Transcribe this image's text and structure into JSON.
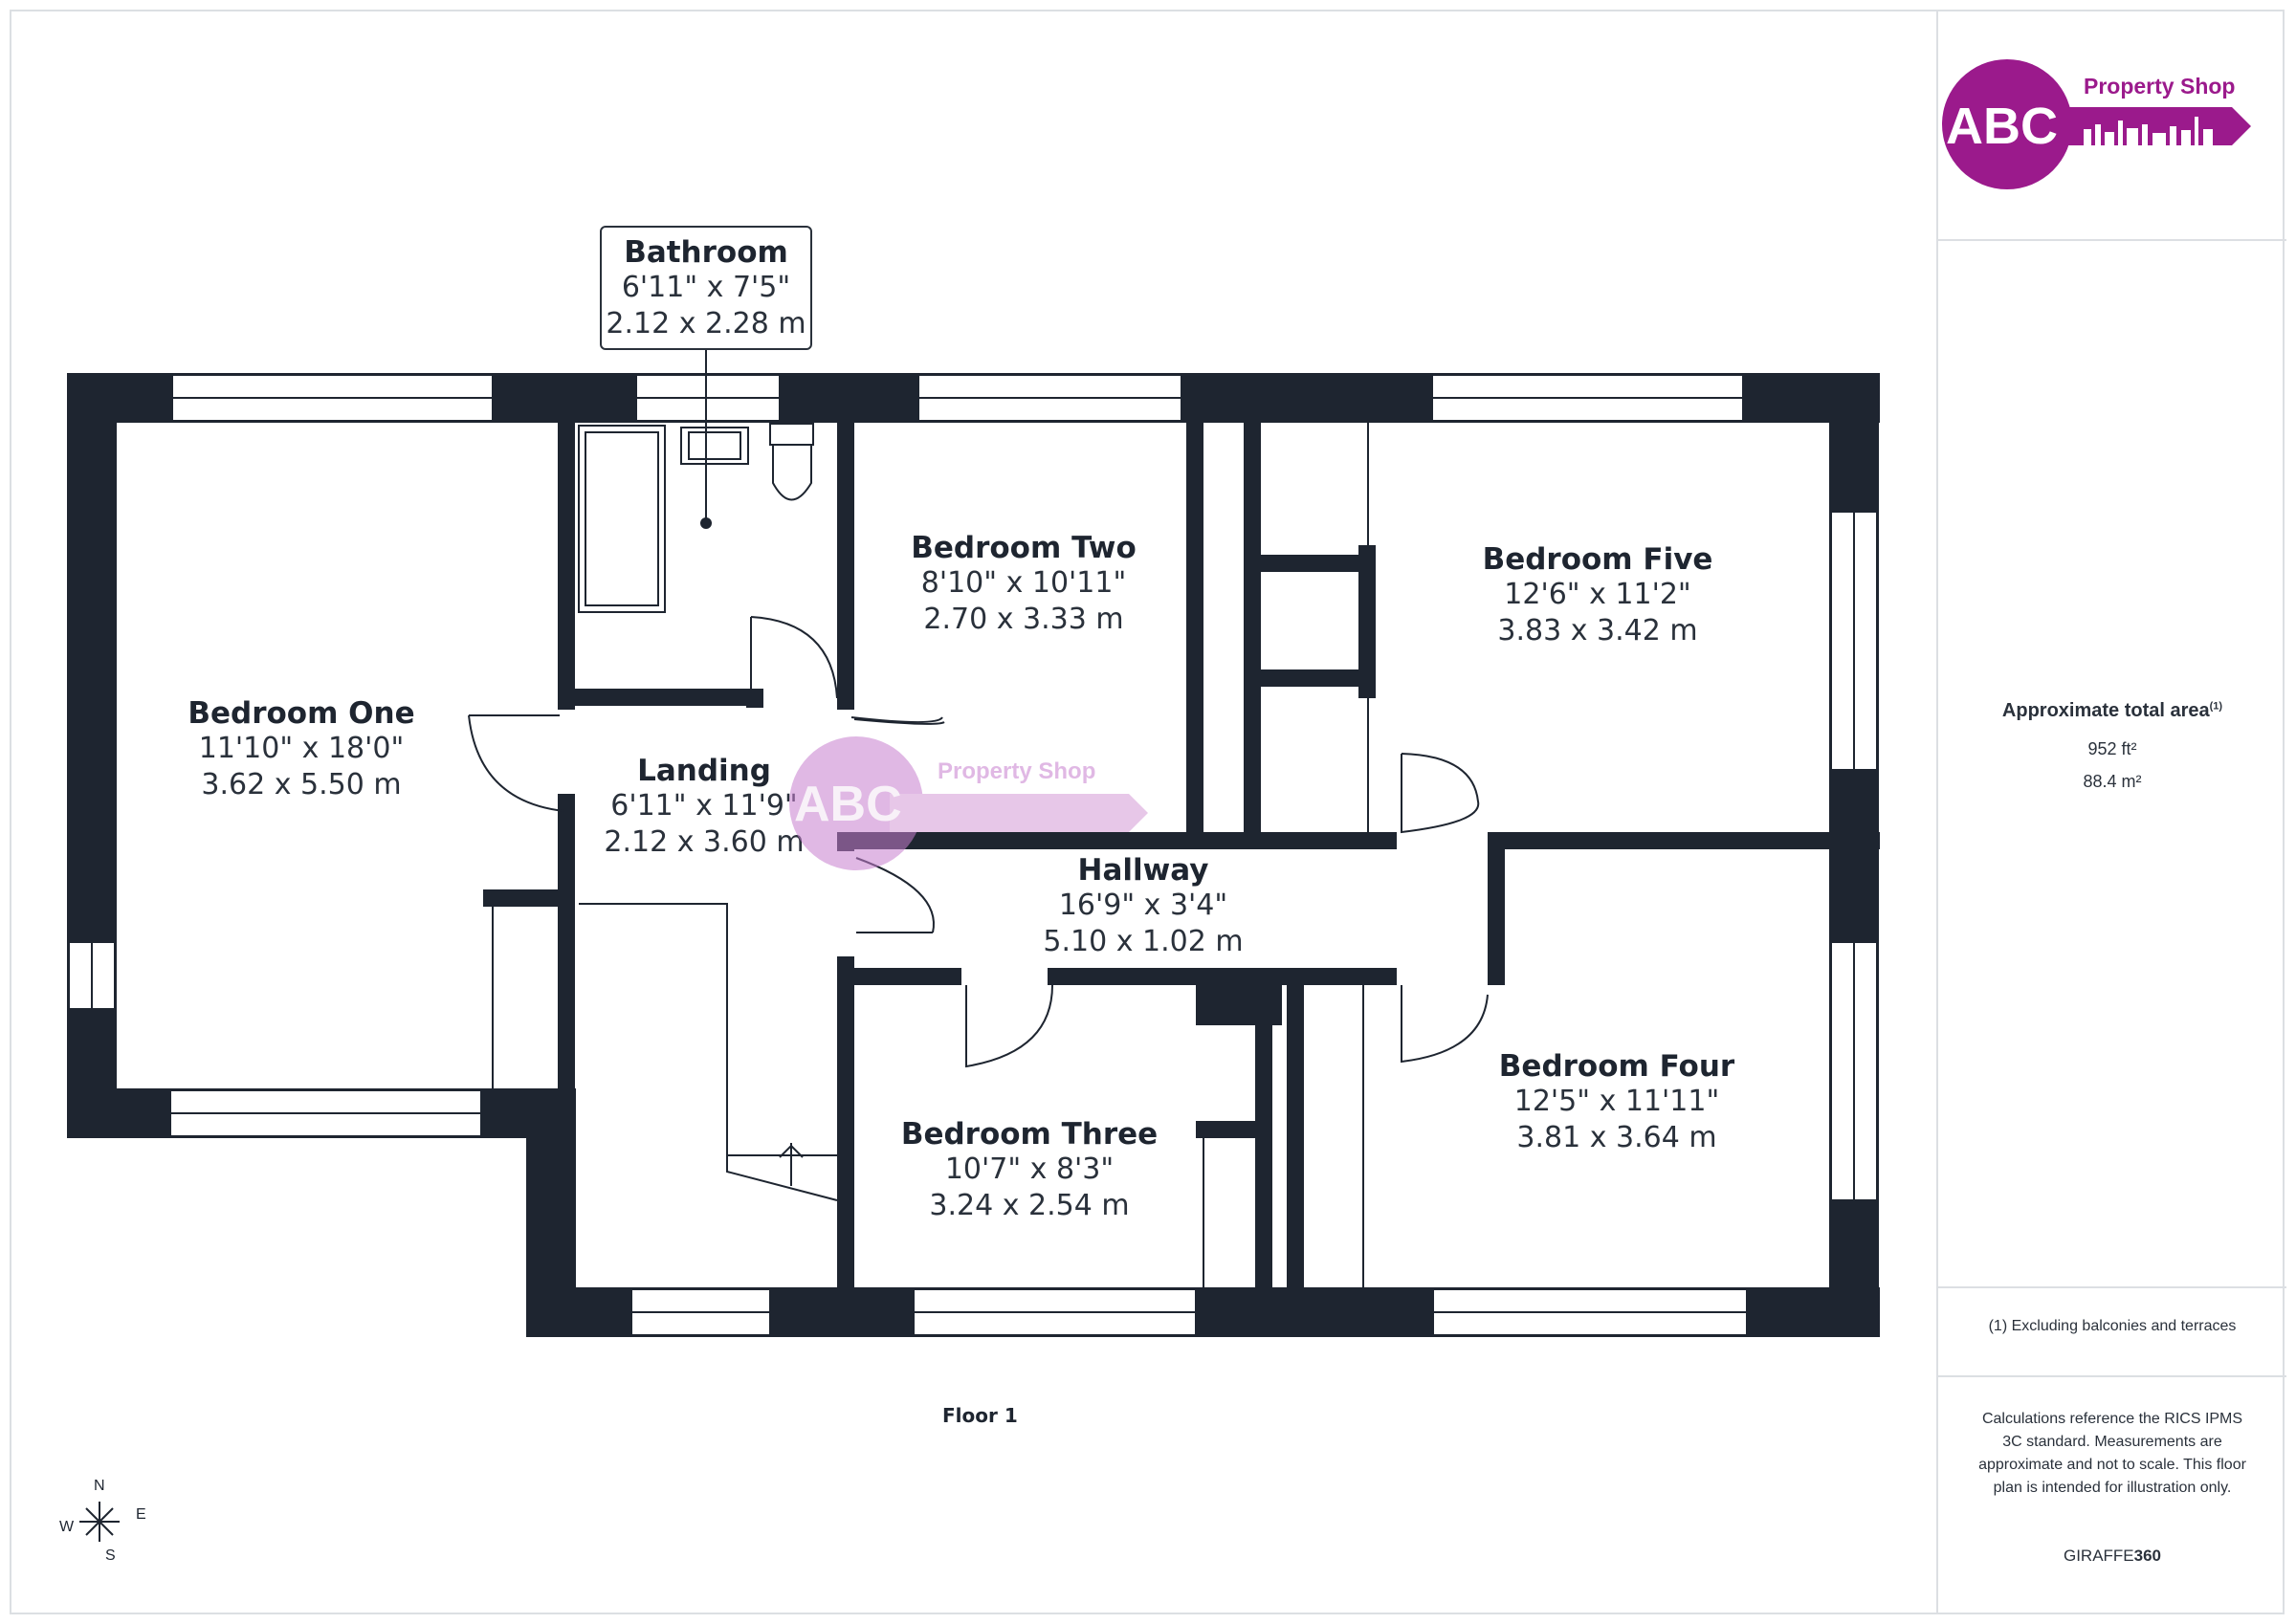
{
  "floor_label": "Floor 1",
  "rooms": {
    "bathroom": {
      "name": "Bathroom",
      "imperial": "6'11\" x 7'5\"",
      "metric": "2.12 x 2.28 m"
    },
    "bedroom_one": {
      "name": "Bedroom One",
      "imperial": "11'10\" x 18'0\"",
      "metric": "3.62 x 5.50 m"
    },
    "bedroom_two": {
      "name": "Bedroom Two",
      "imperial": "8'10\" x 10'11\"",
      "metric": "2.70 x 3.33 m"
    },
    "bedroom_three": {
      "name": "Bedroom Three",
      "imperial": "10'7\" x 8'3\"",
      "metric": "3.24 x 2.54 m"
    },
    "bedroom_four": {
      "name": "Bedroom Four",
      "imperial": "12'5\" x 11'11\"",
      "metric": "3.81 x 3.64 m"
    },
    "bedroom_five": {
      "name": "Bedroom Five",
      "imperial": "12'6\" x 11'2\"",
      "metric": "3.83 x 3.42 m"
    },
    "landing": {
      "name": "Landing",
      "imperial": "6'11\" x 11'9\"",
      "metric": "2.12 x 3.60 m"
    },
    "hallway": {
      "name": "Hallway",
      "imperial": "16'9\" x 3'4\"",
      "metric": "5.10 x 1.02 m"
    }
  },
  "sidebar": {
    "logo_brand": "ABC",
    "logo_tagline": "Property Shop",
    "area_title": "Approximate total area",
    "area_footnote_mark": "(1)",
    "area_ft": "952 ft²",
    "area_m": "88.4 m²",
    "footnote": "(1) Excluding balconies and terraces",
    "disclaimer": "Calculations reference the RICS IPMS 3C standard. Measurements are approximate and not to scale. This floor plan is intended for illustration only.",
    "provider_a": "GIRAFFE",
    "provider_b": "360"
  },
  "compass": {
    "n": "N",
    "e": "E",
    "s": "S",
    "w": "W"
  },
  "colors": {
    "wall": "#1e2530",
    "brand_purple": "#9b1a8c",
    "brand_magenta": "#c0178f",
    "border": "#dcdfe3"
  }
}
